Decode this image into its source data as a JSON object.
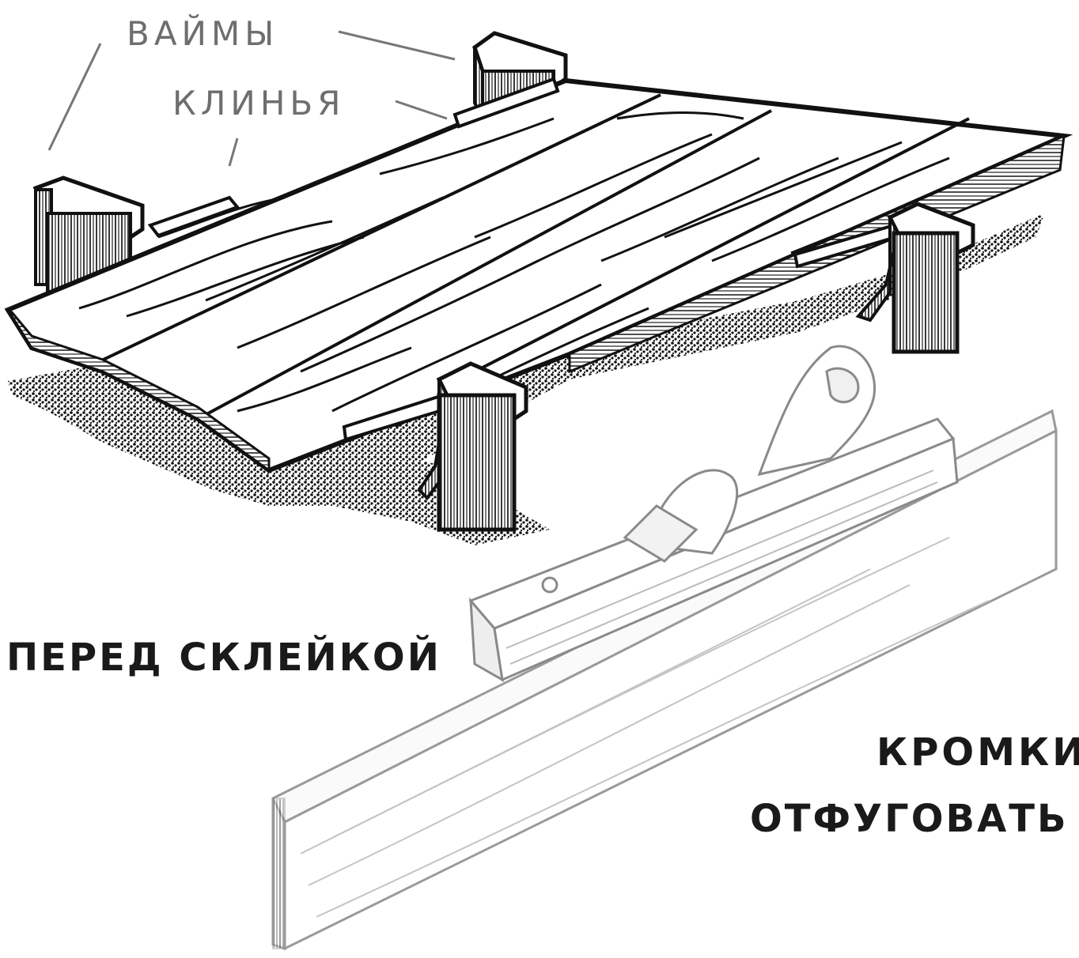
{
  "labels": {
    "vaimy": "ВАЙМЫ",
    "klinya": "КЛИНЬЯ",
    "pered_skleykoy": "ПЕРЕД СКЛЕЙКОЙ",
    "kromki": "КРОМКИ",
    "otfugovat": "ОТФУГОВАТЬ"
  },
  "colors": {
    "ink": "#1a1a1a",
    "label_gray": "#6e6e6e",
    "paper": "#ffffff"
  }
}
